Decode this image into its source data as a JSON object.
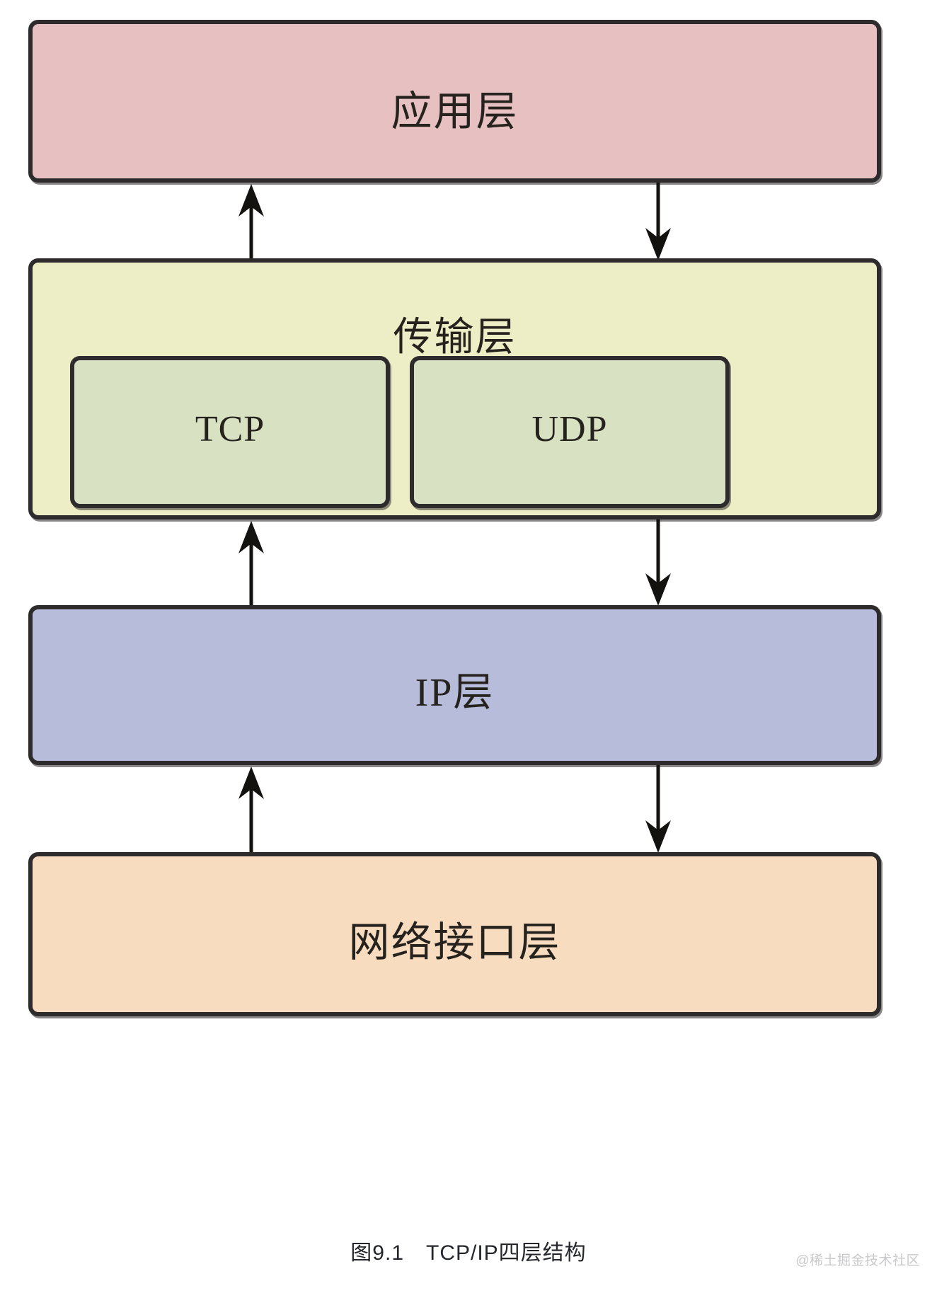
{
  "figure": {
    "caption": "图9.1　TCP/IP四层结构",
    "watermark": "@稀土掘金技术社区",
    "background_color": "#ffffff",
    "stroke_color": "#2e2b2c",
    "text_color": "#26231f"
  },
  "layers": [
    {
      "id": "application",
      "label": "应用层",
      "color": "#e7c0c2"
    },
    {
      "id": "transport",
      "label": "传输层",
      "color": "#edeec6",
      "protocols": [
        {
          "id": "tcp",
          "label": "TCP",
          "color": "#d9e1c3"
        },
        {
          "id": "udp",
          "label": "UDP",
          "color": "#d9e1c3"
        }
      ]
    },
    {
      "id": "ip",
      "label": "IP层",
      "color": "#b8bcdb"
    },
    {
      "id": "netif",
      "label": "网络接口层",
      "color": "#f7dcbf"
    }
  ],
  "connectors": [
    {
      "id": "app-transport-up",
      "direction": "up",
      "from": "transport",
      "to": "application"
    },
    {
      "id": "app-transport-down",
      "direction": "down",
      "from": "application",
      "to": "transport"
    },
    {
      "id": "transport-ip-up",
      "direction": "up",
      "from": "ip",
      "to": "transport"
    },
    {
      "id": "transport-ip-down",
      "direction": "down",
      "from": "transport",
      "to": "ip"
    },
    {
      "id": "ip-netif-up",
      "direction": "up",
      "from": "netif",
      "to": "ip"
    },
    {
      "id": "ip-netif-down",
      "direction": "down",
      "from": "ip",
      "to": "netif"
    }
  ],
  "chart_data": {
    "type": "diagram",
    "title": "图9.1　TCP/IP四层结构",
    "nodes": [
      {
        "name": "应用层",
        "level": 1,
        "color": "#e7c0c2"
      },
      {
        "name": "传输层",
        "level": 2,
        "color": "#edeec6",
        "children": [
          "TCP",
          "UDP"
        ]
      },
      {
        "name": "IP层",
        "level": 3,
        "color": "#b8bcdb"
      },
      {
        "name": "网络接口层",
        "level": 4,
        "color": "#f7dcbf"
      }
    ],
    "edges": [
      {
        "from": "传输层",
        "to": "应用层",
        "direction": "up"
      },
      {
        "from": "应用层",
        "to": "传输层",
        "direction": "down"
      },
      {
        "from": "IP层",
        "to": "传输层",
        "direction": "up"
      },
      {
        "from": "传输层",
        "to": "IP层",
        "direction": "down"
      },
      {
        "from": "网络接口层",
        "to": "IP层",
        "direction": "up"
      },
      {
        "from": "IP层",
        "to": "网络接口层",
        "direction": "down"
      }
    ]
  }
}
